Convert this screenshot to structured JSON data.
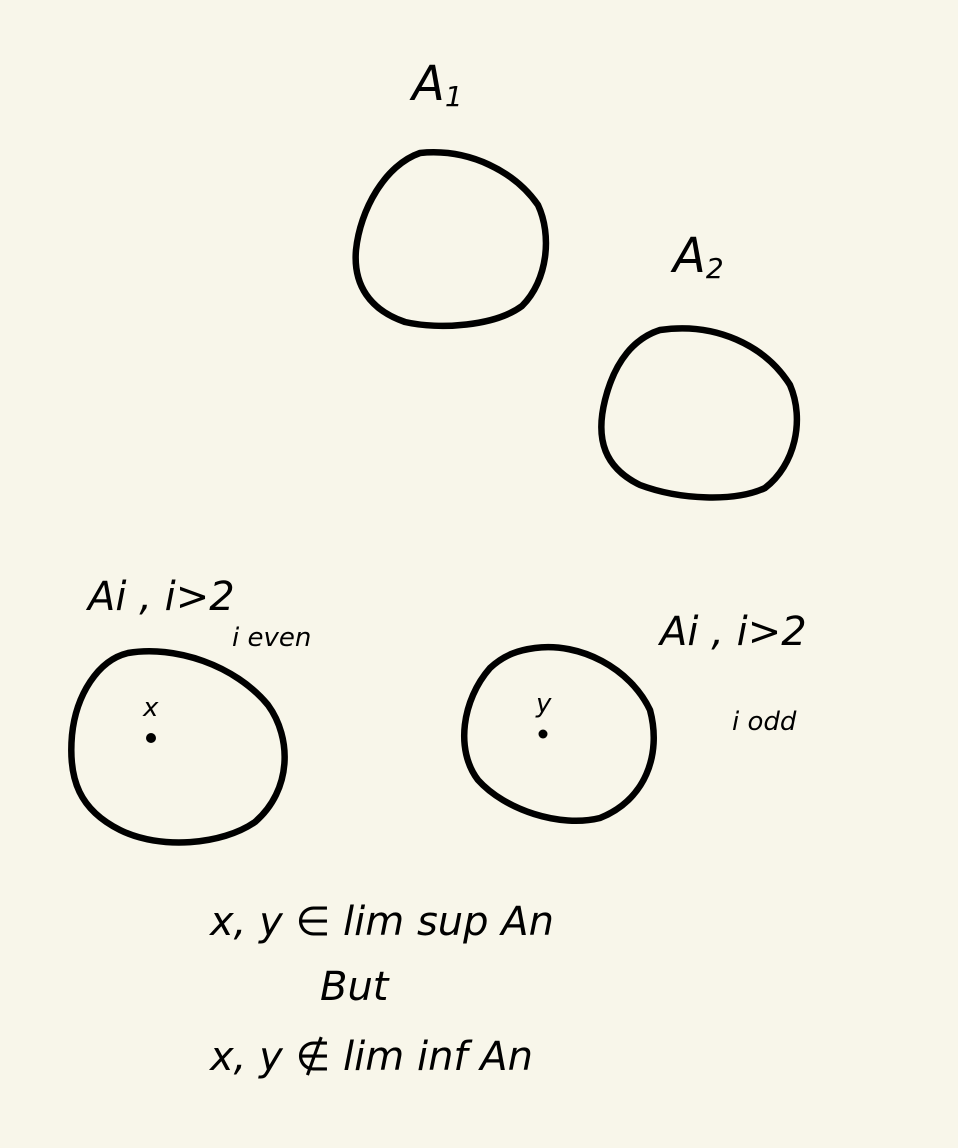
{
  "labels": {
    "a1": {
      "base": "A",
      "sub": "1"
    },
    "a2": {
      "base": "A",
      "sub": "2"
    },
    "even_set": {
      "line1": "Ai , i>2",
      "line2": "i even"
    },
    "odd_set": {
      "line1": "Ai , i>2",
      "line2": "i odd"
    }
  },
  "points": {
    "x": "x",
    "y": "y"
  },
  "statements": {
    "line1": "x, y ∈ lim sup An",
    "line2": "But",
    "line3": "x, y ∉ lim inf An"
  },
  "colors": {
    "background": "#f8f6ea",
    "ink": "#000000"
  }
}
